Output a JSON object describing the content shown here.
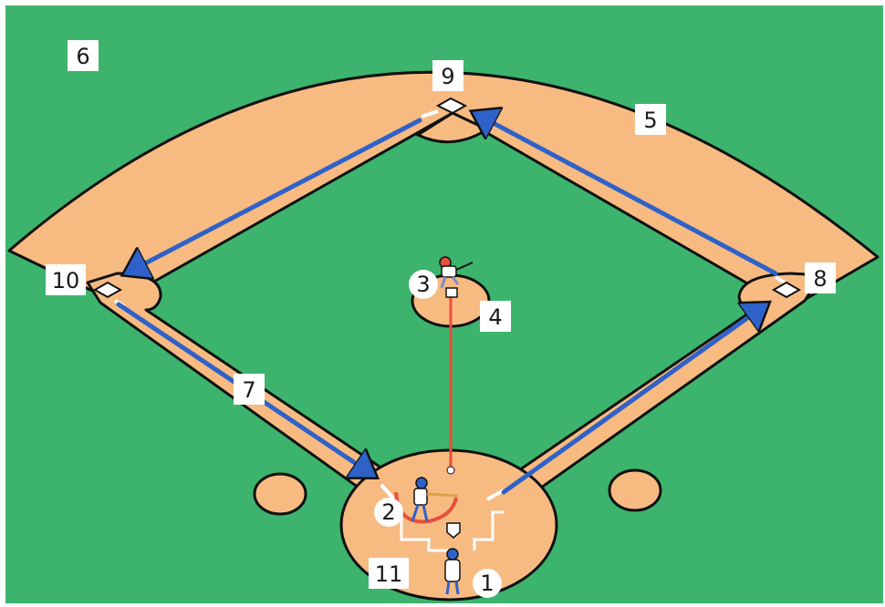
{
  "colors": {
    "grass": "#3cb46e",
    "dirt": "#f7bb82",
    "base_path": "#2f62c8",
    "pitch_line": "#e8503c",
    "outline": "#111111",
    "label_box": "#ffffff"
  },
  "labels": {
    "home_plate_player": "1",
    "batter": "2",
    "pitcher": "3",
    "pitchers_mound": "4",
    "infield_dirt": "5",
    "outfield": "6",
    "baseline": "7",
    "first_base": "8",
    "second_base": "9",
    "third_base": "10",
    "home_plate_area": "11"
  }
}
